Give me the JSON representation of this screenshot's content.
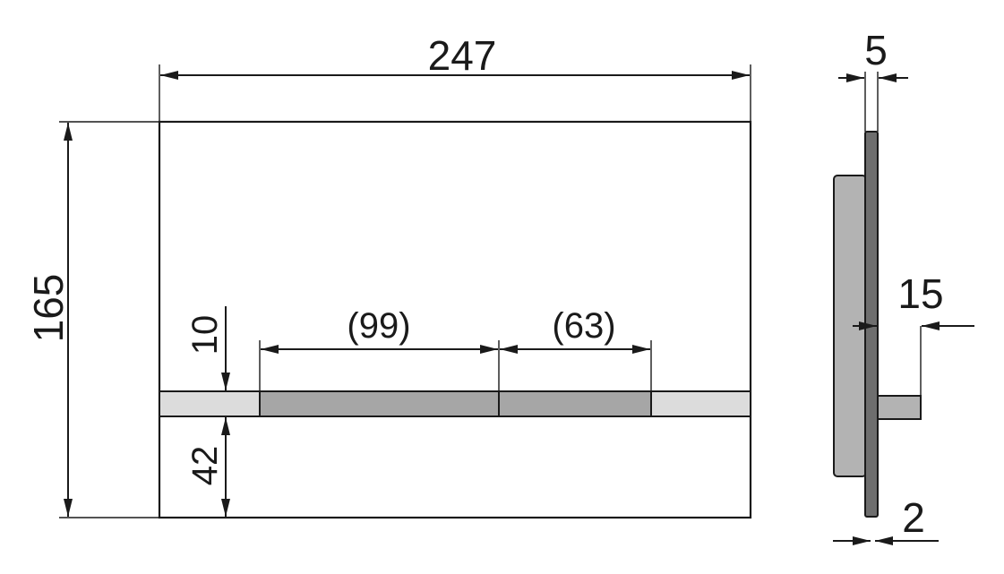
{
  "front_view": {
    "width_label": "247",
    "height_label": "165",
    "strip_offset_label": "10",
    "bottom_height_label": "42",
    "button_left_label": "(99)",
    "button_right_label": "(63)"
  },
  "side_view": {
    "thickness_label": "5",
    "depth_label": "15",
    "frame_label": "2"
  },
  "colors": {
    "line": "#1a1a1a",
    "panel": "#ffffff",
    "strip_light": "#dcdcdc",
    "button_fill": "#a6a6a6",
    "back_box": "#b3b3b3",
    "plate": "#6e6e6e"
  }
}
